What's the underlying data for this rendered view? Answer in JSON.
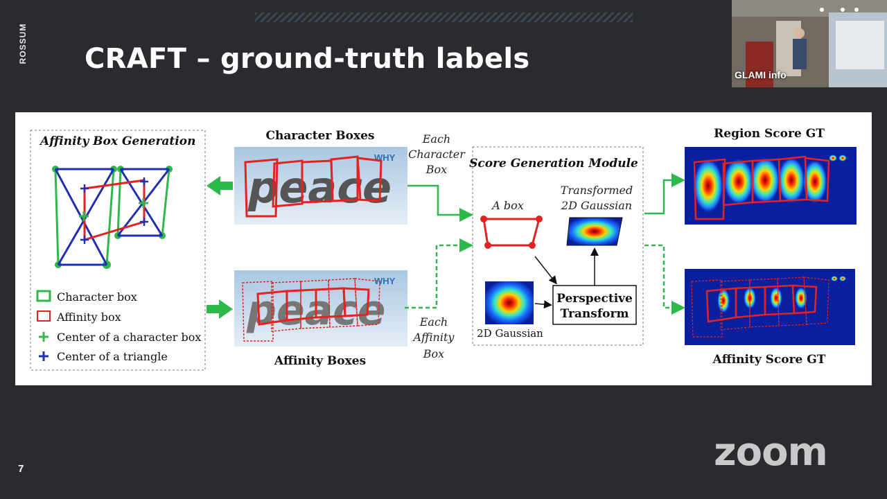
{
  "slide": {
    "title": "CRAFT – ground-truth labels",
    "brand": "ROSSUM",
    "page_number": "7"
  },
  "participant": {
    "name": "GLAMI info"
  },
  "app": {
    "logo": "zoom"
  },
  "figure": {
    "affinity_panel": {
      "title": "Affinity Box Generation",
      "legend": [
        {
          "label": "Character box"
        },
        {
          "label": "Affinity box"
        },
        {
          "label": "Center of a character box"
        },
        {
          "label": "Center of a triangle"
        }
      ]
    },
    "char_boxes_title": "Character Boxes",
    "affinity_boxes_title": "Affinity Boxes",
    "word": "peace",
    "watermark": "WHY",
    "each_char": [
      "Each",
      "Character",
      "Box"
    ],
    "each_aff": [
      "Each",
      "Affinity",
      "Box"
    ],
    "module": {
      "title": "Score Generation Module",
      "a_box": "A box",
      "transformed": [
        "Transformed",
        "2D Gaussian"
      ],
      "gaussian": "2D Gaussian",
      "perspective": [
        "Perspective",
        "Transform"
      ]
    },
    "region_title": "Region Score GT",
    "affinity_score_title": "Affinity Score GT"
  },
  "colors": {
    "background": "#2a2b2e",
    "green": "#2db84a",
    "red": "#e52222",
    "blue": "#1f2fb4",
    "heatmap_bg": "#0a1f9e"
  }
}
